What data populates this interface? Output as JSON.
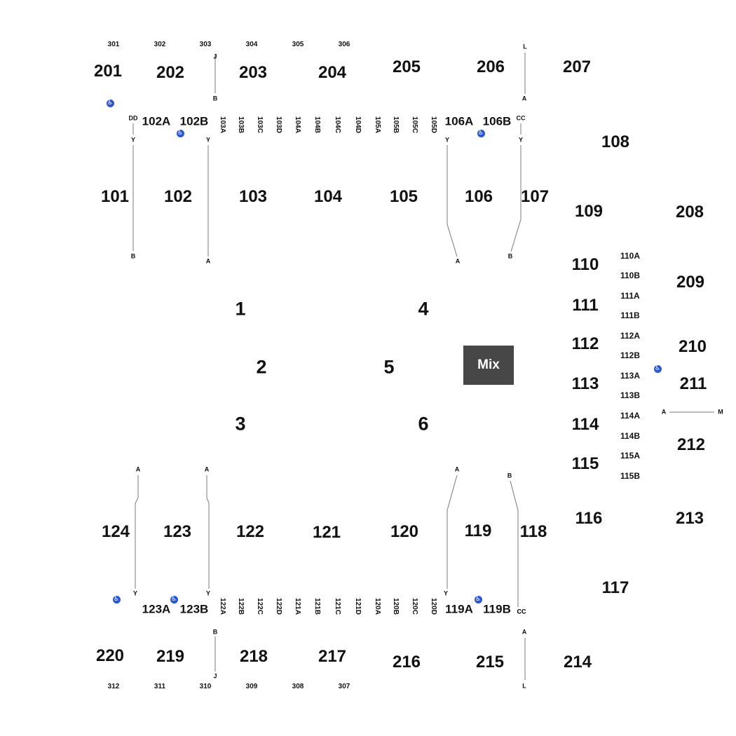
{
  "map": {
    "background": "#ffffff",
    "line_color": "#7a7a7a",
    "accessible_color": "#2a55d9",
    "mix_color": "#474747"
  },
  "mix_label": "Mix",
  "accessible_icon": "wheelchair-icon",
  "labels": [
    {
      "t": "301",
      "s": "xs"
    },
    {
      "t": "302",
      "s": "xs"
    },
    {
      "t": "303",
      "s": "xs"
    },
    {
      "t": "304",
      "s": "xs"
    },
    {
      "t": "305",
      "s": "xs"
    },
    {
      "t": "306",
      "s": "xs"
    },
    {
      "t": "201",
      "s": "lg"
    },
    {
      "t": "202",
      "s": "lg"
    },
    {
      "t": "203",
      "s": "lg"
    },
    {
      "t": "204",
      "s": "lg"
    },
    {
      "t": "205",
      "s": "lg"
    },
    {
      "t": "206",
      "s": "lg"
    },
    {
      "t": "207",
      "s": "lg"
    },
    {
      "t": "DD",
      "s": "tiny"
    },
    {
      "t": "102A",
      "s": "md"
    },
    {
      "t": "102B",
      "s": "md"
    },
    {
      "t": "103A",
      "s": "v"
    },
    {
      "t": "103B",
      "s": "v"
    },
    {
      "t": "103C",
      "s": "v"
    },
    {
      "t": "103D",
      "s": "v"
    },
    {
      "t": "104A",
      "s": "v"
    },
    {
      "t": "104B",
      "s": "v"
    },
    {
      "t": "104C",
      "s": "v"
    },
    {
      "t": "104D",
      "s": "v"
    },
    {
      "t": "105A",
      "s": "v"
    },
    {
      "t": "105B",
      "s": "v"
    },
    {
      "t": "105C",
      "s": "v"
    },
    {
      "t": "105D",
      "s": "v"
    },
    {
      "t": "106A",
      "s": "md"
    },
    {
      "t": "106B",
      "s": "md"
    },
    {
      "t": "CC",
      "s": "tiny"
    },
    {
      "t": "108",
      "s": "lg"
    },
    {
      "t": "101",
      "s": "lg"
    },
    {
      "t": "102",
      "s": "lg"
    },
    {
      "t": "103",
      "s": "lg"
    },
    {
      "t": "104",
      "s": "lg"
    },
    {
      "t": "105",
      "s": "lg"
    },
    {
      "t": "106",
      "s": "lg"
    },
    {
      "t": "107",
      "s": "lg"
    },
    {
      "t": "109",
      "s": "lg"
    },
    {
      "t": "208",
      "s": "lg"
    },
    {
      "t": "110",
      "s": "lg"
    },
    {
      "t": "110A",
      "s": "sm"
    },
    {
      "t": "110B",
      "s": "sm"
    },
    {
      "t": "209",
      "s": "lg"
    },
    {
      "t": "111",
      "s": "lg"
    },
    {
      "t": "111A",
      "s": "sm"
    },
    {
      "t": "111B",
      "s": "sm"
    },
    {
      "t": "112",
      "s": "lg"
    },
    {
      "t": "112A",
      "s": "sm"
    },
    {
      "t": "112B",
      "s": "sm"
    },
    {
      "t": "210",
      "s": "lg"
    },
    {
      "t": "113",
      "s": "lg"
    },
    {
      "t": "113A",
      "s": "sm"
    },
    {
      "t": "113B",
      "s": "sm"
    },
    {
      "t": "211",
      "s": "lg"
    },
    {
      "t": "114",
      "s": "lg"
    },
    {
      "t": "114A",
      "s": "sm"
    },
    {
      "t": "114B",
      "s": "sm"
    },
    {
      "t": "115",
      "s": "lg"
    },
    {
      "t": "115A",
      "s": "sm"
    },
    {
      "t": "115B",
      "s": "sm"
    },
    {
      "t": "212",
      "s": "lg"
    },
    {
      "t": "1",
      "s": "fl"
    },
    {
      "t": "2",
      "s": "fl"
    },
    {
      "t": "3",
      "s": "fl"
    },
    {
      "t": "4",
      "s": "fl"
    },
    {
      "t": "5",
      "s": "fl"
    },
    {
      "t": "6",
      "s": "fl"
    },
    {
      "t": "124",
      "s": "lg"
    },
    {
      "t": "123",
      "s": "lg"
    },
    {
      "t": "122",
      "s": "lg"
    },
    {
      "t": "121",
      "s": "lg"
    },
    {
      "t": "120",
      "s": "lg"
    },
    {
      "t": "119",
      "s": "lg"
    },
    {
      "t": "118",
      "s": "lg"
    },
    {
      "t": "116",
      "s": "lg"
    },
    {
      "t": "213",
      "s": "lg"
    },
    {
      "t": "117",
      "s": "lg"
    },
    {
      "t": "123A",
      "s": "md"
    },
    {
      "t": "123B",
      "s": "md"
    },
    {
      "t": "122A",
      "s": "v"
    },
    {
      "t": "122B",
      "s": "v"
    },
    {
      "t": "122C",
      "s": "v"
    },
    {
      "t": "122D",
      "s": "v"
    },
    {
      "t": "121A",
      "s": "v"
    },
    {
      "t": "121B",
      "s": "v"
    },
    {
      "t": "121C",
      "s": "v"
    },
    {
      "t": "121D",
      "s": "v"
    },
    {
      "t": "120A",
      "s": "v"
    },
    {
      "t": "120B",
      "s": "v"
    },
    {
      "t": "120C",
      "s": "v"
    },
    {
      "t": "120D",
      "s": "v"
    },
    {
      "t": "119A",
      "s": "md"
    },
    {
      "t": "119B",
      "s": "md"
    },
    {
      "t": "CC",
      "s": "tiny"
    },
    {
      "t": "220",
      "s": "lg"
    },
    {
      "t": "219",
      "s": "lg"
    },
    {
      "t": "218",
      "s": "lg"
    },
    {
      "t": "217",
      "s": "lg"
    },
    {
      "t": "216",
      "s": "lg"
    },
    {
      "t": "215",
      "s": "lg"
    },
    {
      "t": "214",
      "s": "lg"
    },
    {
      "t": "312",
      "s": "xs"
    },
    {
      "t": "311",
      "s": "xs"
    },
    {
      "t": "310",
      "s": "xs"
    },
    {
      "t": "309",
      "s": "xs"
    },
    {
      "t": "308",
      "s": "xs"
    },
    {
      "t": "307",
      "s": "xs"
    },
    {
      "t": "J",
      "s": "tiny"
    },
    {
      "t": "B",
      "s": "tiny"
    },
    {
      "t": "L",
      "s": "tiny"
    },
    {
      "t": "A",
      "s": "tiny"
    },
    {
      "t": "Y",
      "s": "tiny"
    },
    {
      "t": "B",
      "s": "tiny"
    },
    {
      "t": "Y",
      "s": "tiny"
    },
    {
      "t": "A",
      "s": "tiny"
    },
    {
      "t": "Y",
      "s": "tiny"
    },
    {
      "t": "A",
      "s": "tiny"
    },
    {
      "t": "Y",
      "s": "tiny"
    },
    {
      "t": "B",
      "s": "tiny"
    },
    {
      "t": "A",
      "s": "tiny"
    },
    {
      "t": "M",
      "s": "tiny"
    },
    {
      "t": "A",
      "s": "tiny"
    },
    {
      "t": "Y",
      "s": "tiny"
    },
    {
      "t": "A",
      "s": "tiny"
    },
    {
      "t": "Y",
      "s": "tiny"
    },
    {
      "t": "A",
      "s": "tiny"
    },
    {
      "t": "Y",
      "s": "tiny"
    },
    {
      "t": "B",
      "s": "tiny"
    },
    {
      "t": "CC",
      "s": "tiny"
    },
    {
      "t": "B",
      "s": "tiny"
    },
    {
      "t": "J",
      "s": "tiny"
    },
    {
      "t": "A",
      "s": "tiny"
    },
    {
      "t": "L",
      "s": "tiny"
    }
  ]
}
